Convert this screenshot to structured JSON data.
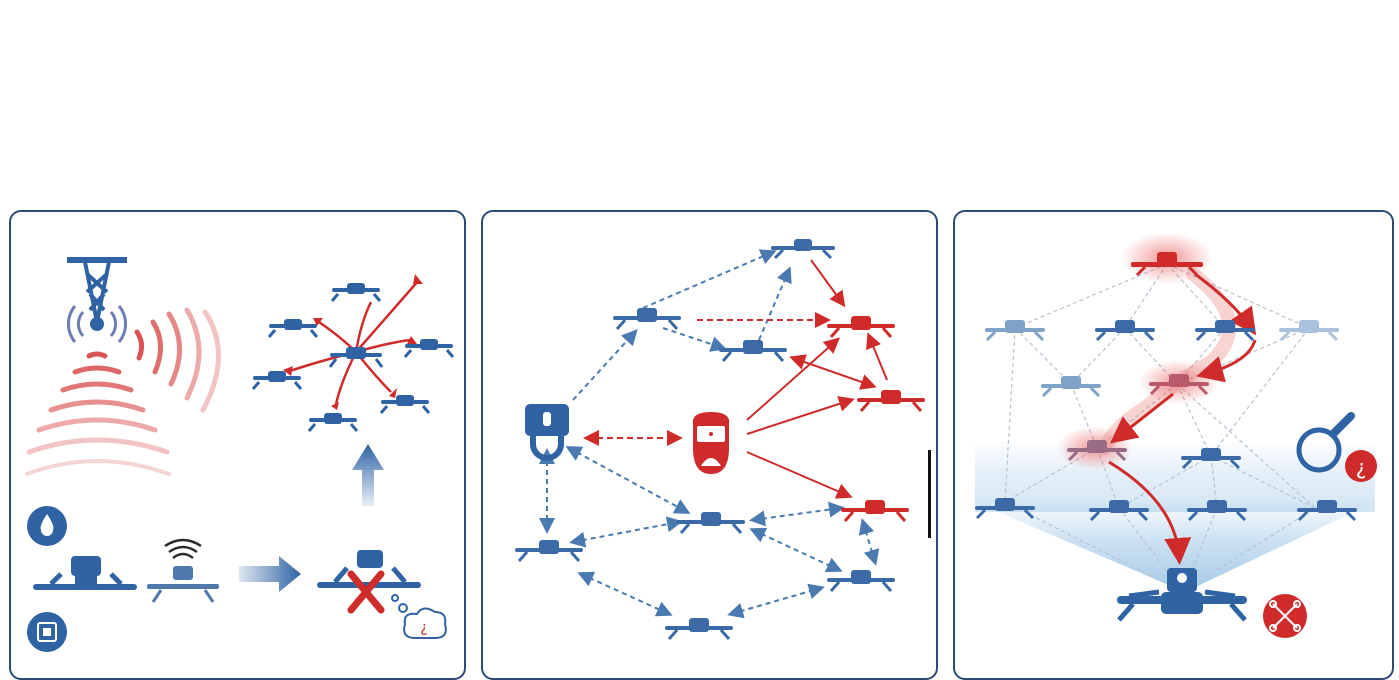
{
  "colors": {
    "blue": "#2f63a3",
    "blue_dark": "#1f4a82",
    "blue_light": "#7aa4cf",
    "red": "#cf2b2b",
    "red_light": "#e89494",
    "border": "#2c4a78"
  },
  "panels": [
    {
      "name": "signal-jamming-panel"
    },
    {
      "name": "compromised-swarm-network-panel"
    },
    {
      "name": "hierarchical-cascade-panel"
    }
  ],
  "icons": {
    "panel1": [
      "cell-tower-icon",
      "signal-waves-icon",
      "water-drop-icon",
      "chip-icon",
      "wifi-icon",
      "arrow-right-icon",
      "arrow-up-icon",
      "x-mark-icon",
      "thought-cloud-icon"
    ],
    "panel2": [
      "lock-icon",
      "hacker-icon"
    ],
    "panel3": [
      "magnifier-icon",
      "alert-icon",
      "x-badge-icon"
    ]
  }
}
